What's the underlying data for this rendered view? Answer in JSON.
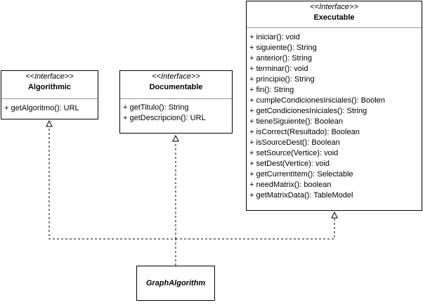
{
  "algorithmic": {
    "stereotype": "<<Interface>>",
    "name": "Algorithmic",
    "operations": [
      "+ getAlgoritmo(): URL"
    ]
  },
  "documentable": {
    "stereotype": "<<Interface>>",
    "name": "Documentable",
    "operations": [
      "+ getTitulo(): String",
      "+ getDescripcion(): URL"
    ]
  },
  "executable": {
    "stereotype": "<<Interface>>",
    "name": "Executable",
    "operations": [
      "+ iniciar(): void",
      "+ siguiente(): String",
      "+ anterior(): String",
      "+ terminar(): void",
      "+ principio(): String",
      "+ fin(): String",
      "+ cumpleCondicionesIniciales(): Boolen",
      "+ getCondicionesIniciales():  String",
      "+ tieneSiguiente(): Boolean",
      "+ isCorrect(Resultado): Boolean",
      "+ isSourceDest(): Boolean",
      "+ setSource(Vertice): void",
      "+ setDest(Vertice): void",
      "+ getCurrentItem(): Selectable",
      "+ needMatrix(): boolean",
      "+ getMatrixData(): TableModel"
    ]
  },
  "graphalgorithm": {
    "name": "GraphAlgorithm"
  },
  "colors": {
    "line": "#000000",
    "divider": "#999999",
    "background": "#ffffff"
  }
}
